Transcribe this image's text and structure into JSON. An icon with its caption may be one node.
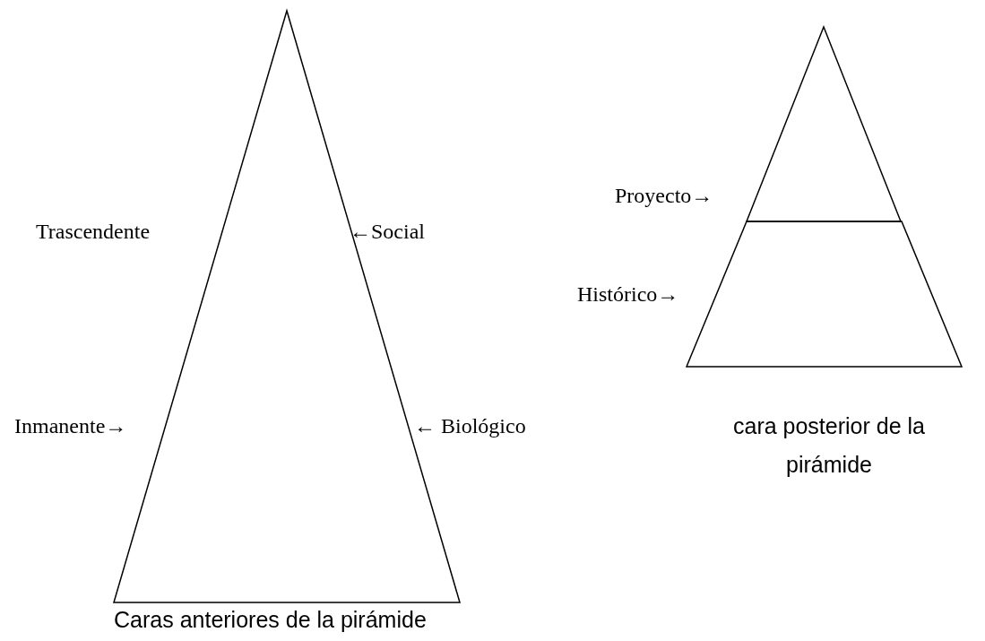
{
  "diagram": {
    "nodes": [
      {
        "text": [],
        "shape": "triangle",
        "beside": [
          "Caras anteriores de la pirámide"
        ]
      },
      {
        "text": [],
        "shape": "triangle"
      },
      {
        "text": [],
        "shape": "trapezoid",
        "beside": [
          "cara posterior de la pirámide"
        ]
      }
    ],
    "edges": [],
    "labels": [
      "Trascendente",
      "←Social",
      "Inmanente→",
      "← Biológico",
      "Proyecto→",
      "Histórico→"
    ]
  }
}
